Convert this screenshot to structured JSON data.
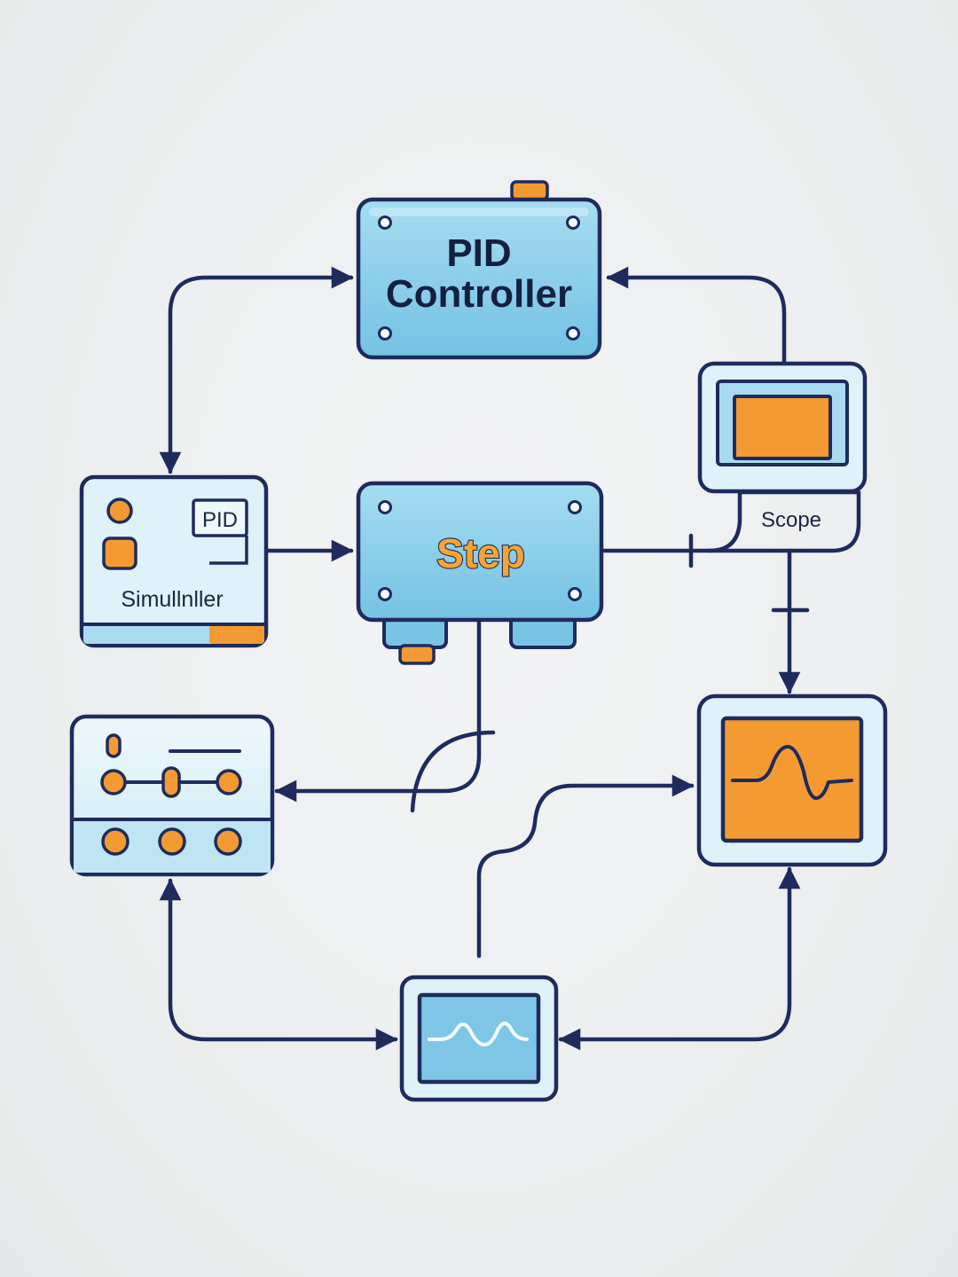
{
  "blocks": {
    "pid_controller": {
      "line1": "PID",
      "line2": "Controller"
    },
    "step": {
      "label": "Step"
    },
    "simulator": {
      "label": "Simullnller",
      "badge": "PID"
    },
    "scope": {
      "label": "Scope"
    }
  },
  "colors": {
    "line": "#1e2b5c",
    "block_blue": "#8dd0ea",
    "block_light": "#dff2fa",
    "accent_orange": "#f39a33"
  }
}
